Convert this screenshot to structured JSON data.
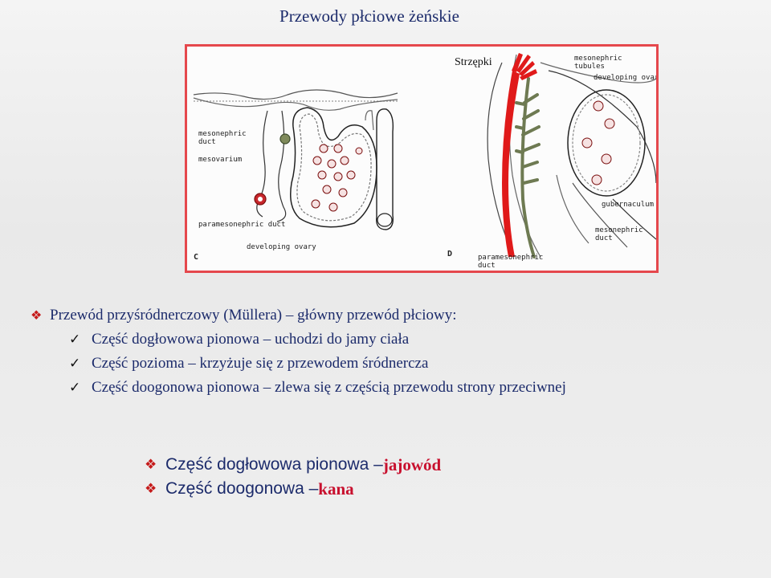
{
  "slide": {
    "title": "Przewody płciowe żeńskie"
  },
  "figure": {
    "callout": "Strzępki",
    "panel_c_labels": {
      "mesonephric_duct": "mesonephric\nduct",
      "mesovarium": "mesovarium",
      "paramesonephric_duct": "paramesonephric duct",
      "developing_ovary": "developing ovary",
      "panel_letter": "C"
    },
    "panel_d_labels": {
      "mesonephric_tubules": "mesonephric\ntubules",
      "developing_ovary": "developing ovary",
      "gubernaculum": "gubernaculum",
      "mesonephric_duct": "mesonephric\nduct",
      "paramesonephric_duct": "paramesonephric\nduct",
      "panel_letter": "D"
    },
    "colors": {
      "border": "#e5484d",
      "duct_red": "#e01a1a",
      "duct_green": "#6e7a52"
    }
  },
  "bullets": {
    "main": "Przewód przyśródnerczowy (Müllera) – główny przewód płciowy:",
    "subs": [
      "Część dogłowowa pionowa – uchodzi do jamy ciała",
      "Część pozioma – krzyżuje się z przewodem śródnercza",
      "Część doogonowa pionowa – zlewa się z częścią przewodu strony przeciwnej"
    ]
  },
  "summary": [
    {
      "text": "Część dogłowowa pionowa – ",
      "highlight": "jajowód"
    },
    {
      "text": "Część doogonowa – ",
      "highlight": "kana"
    }
  ],
  "icons": {
    "bullet": "diamond-bullet-icon",
    "check": "check-mark-icon"
  },
  "theme": {
    "text": "#1c2b6b",
    "accent": "#c8102e"
  }
}
